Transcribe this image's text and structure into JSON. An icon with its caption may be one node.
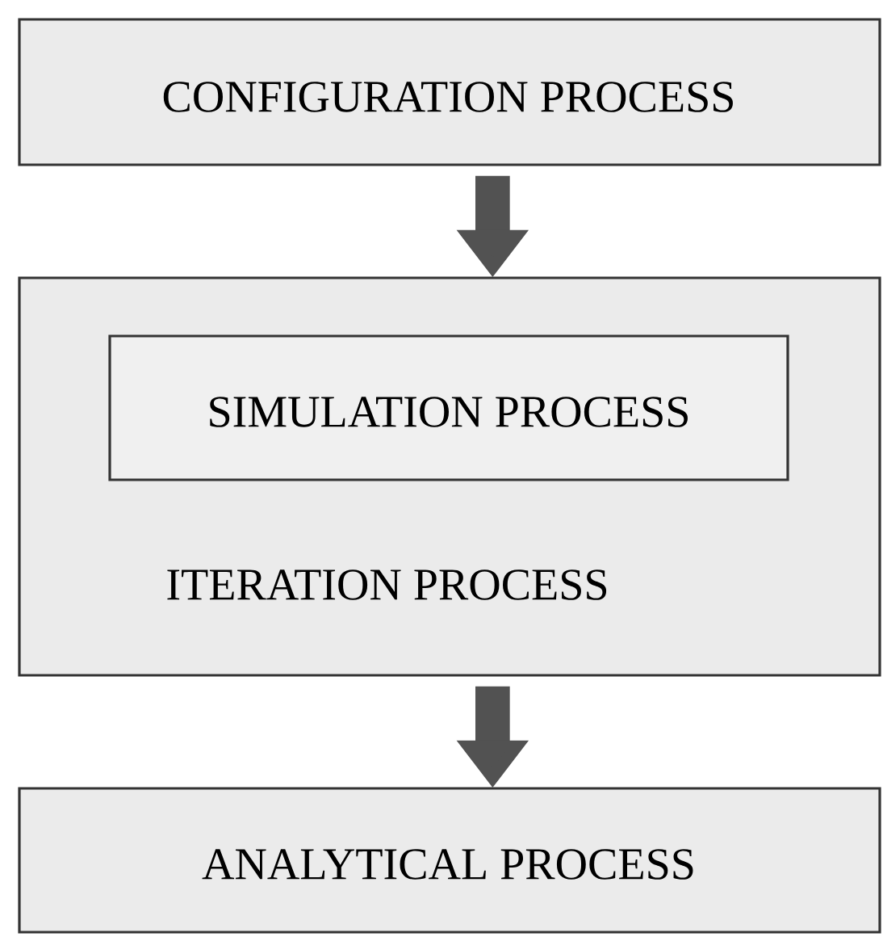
{
  "diagram": {
    "nodes": [
      {
        "text": [
          "CONFIGURATION PROCESS"
        ]
      },
      {
        "text": [
          "ITERATION PROCESS"
        ]
      },
      {
        "text": [
          "SIMULATION PROCESS"
        ],
        "in": 1
      },
      {
        "text": [
          "ANALYTICAL PROCESS"
        ]
      }
    ],
    "edges": [
      {
        "from": 0,
        "to": 1,
        "arrow": "to"
      },
      {
        "from": 1,
        "to": 3,
        "arrow": "to"
      }
    ]
  }
}
